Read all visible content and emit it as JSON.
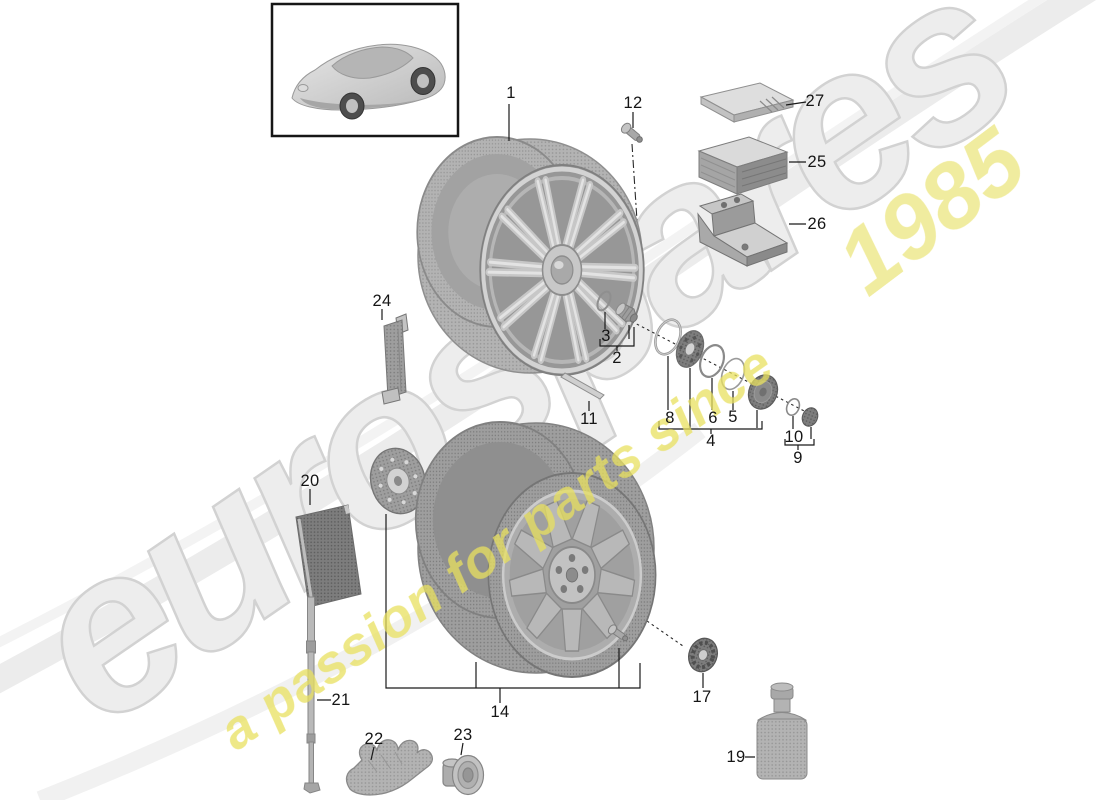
{
  "watermark": {
    "brand": "eurospares",
    "tagline": "a passion for parts since",
    "tagline_year": "1985"
  },
  "colors": {
    "background": "#ffffff",
    "line_black": "#1a1a1a",
    "watermark_gray": "#ededed",
    "tagline_yellow": "#e8e05f"
  },
  "callouts": {
    "c1": "1",
    "c2": "2",
    "c3": "3",
    "c4": "4",
    "c5": "5",
    "c6": "6",
    "c8": "8",
    "c9": "9",
    "c10": "10",
    "c11": "11",
    "c12": "12",
    "c14": "14",
    "c17": "17",
    "c19": "19",
    "c20": "20",
    "c21": "21",
    "c22": "22",
    "c23": "23",
    "c24": "24",
    "c25": "25",
    "c26": "26",
    "c27": "27"
  }
}
